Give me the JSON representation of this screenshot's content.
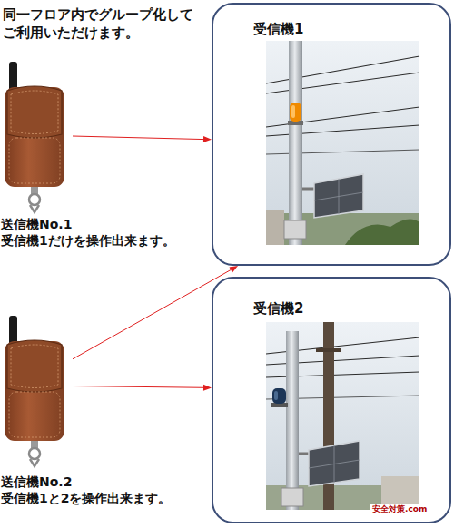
{
  "diagram": {
    "title": "同一フロア内でグループ化して ご利用いただけます。",
    "nodes": [
      {
        "text": [
          "受信機1"
        ]
      },
      {
        "text": [
          "送信機No.1",
          "受信機1だけを操作出来ます。"
        ]
      },
      {
        "text": [
          "受信機2"
        ]
      },
      {
        "text": [
          "送信機No.2",
          "受信機1と2を操作出来ます。"
        ]
      }
    ],
    "edges": [
      {
        "from": 1,
        "to": 0,
        "arrow": "to"
      },
      {
        "from": 3,
        "to": 0,
        "arrow": "to"
      },
      {
        "from": 3,
        "to": 2,
        "arrow": "to"
      }
    ],
    "labels": [
      "安全対策.com"
    ]
  }
}
